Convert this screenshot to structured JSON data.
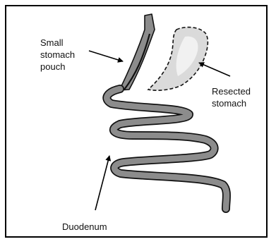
{
  "labels": {
    "pouch": "Small\nstomach\npouch",
    "resected": "Resected\nstomach",
    "duodenum": "Duodenum"
  },
  "colors": {
    "tube_fill": "#8c8c8c",
    "tube_stroke": "#111111",
    "resected_fill": "#dadada",
    "resected_highlight": "#f4f4f4",
    "frame": "#000000"
  }
}
